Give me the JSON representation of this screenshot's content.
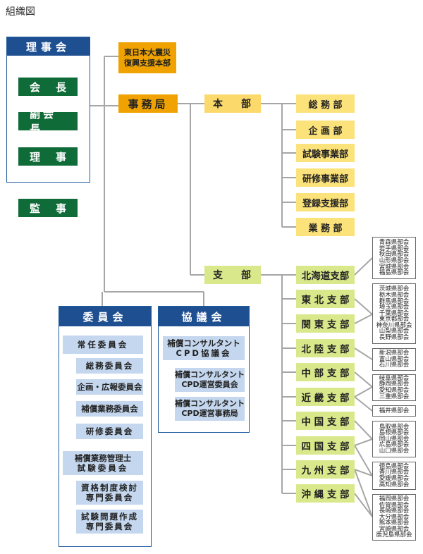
{
  "page_title": "組織図",
  "board": {
    "header": "理事会",
    "chair": [
      "会",
      "長"
    ],
    "vice_chair": "副会長",
    "director": [
      "理",
      "事"
    ]
  },
  "auditor": [
    "監",
    "事"
  ],
  "reconstruction": [
    "東日本大震災",
    "復興支援本部"
  ],
  "secretariat": "事務局",
  "honbu": [
    "本",
    "部"
  ],
  "shibu": [
    "支",
    "部"
  ],
  "departments": [
    "総 務 部",
    "企 画 部",
    "試験事業部",
    "研修事業部",
    "登録支援部",
    "業 務 部"
  ],
  "branches": [
    {
      "name": "北海道支部",
      "prefs": [
        "青森県部会",
        "岩手県部会",
        "秋田県部会",
        "山形県部会",
        "宮城県部会",
        "福島県部会"
      ]
    },
    {
      "name": "東 北 支 部",
      "prefs": [
        "茨城県部会",
        "栃木県部会",
        "群馬県部会",
        "埼玉県部会",
        "千葉県部会",
        "東京都部会",
        "神奈川県部会",
        "山梨県部会",
        "長野県部会"
      ]
    },
    {
      "name": "関 東 支 部",
      "prefs": [
        "新潟県部会",
        "富山県部会",
        "石川県部会"
      ]
    },
    {
      "name": "北 陸 支 部",
      "prefs": [
        "岐阜県部会",
        "静岡県部会",
        "愛知県部会",
        "三重県部会"
      ]
    },
    {
      "name": "中 部 支 部",
      "prefs": [
        "福井県部会"
      ]
    },
    {
      "name": "近 畿 支 部",
      "prefs": [
        "鳥取県部会",
        "島根県部会",
        "岡山県部会",
        "広島県部会",
        "山口県部会"
      ]
    },
    {
      "name": "中 国 支 部",
      "prefs": [
        "徳島県部会",
        "香川県部会",
        "愛媛県部会",
        "高知県部会"
      ]
    },
    {
      "name": "四 国 支 部",
      "prefs": [
        "福岡県部会",
        "佐賀県部会",
        "長崎県部会",
        "大分県部会",
        "熊本県部会",
        "宮崎県部会",
        "鹿児島県部会"
      ]
    },
    {
      "name": "九 州 支 部",
      "prefs": []
    },
    {
      "name": "沖 縄 支 部",
      "prefs": []
    }
  ],
  "committee": {
    "header": "委員会",
    "standing": "常任委員会",
    "standing_subs": [
      "総務委員会",
      "企画・広報委員会",
      "補償業務委員会",
      "研修委員会"
    ],
    "exam": [
      "補償業務管理士",
      "試験委員会"
    ],
    "exam_subs": [
      [
        "資格制度検討",
        "専門委員会"
      ],
      [
        "試験問題作成",
        "専門委員会"
      ]
    ]
  },
  "council": {
    "header": "協議会",
    "main": [
      "補償コンサルタント",
      "CPD協議会"
    ],
    "subs": [
      [
        "補償コンサルタント",
        "CPD運営委員会"
      ],
      [
        "補償コンサルタント",
        "CPD運営事務局"
      ]
    ]
  },
  "colors": {
    "board_blue": "#1d4f91",
    "board_green": "#0f6b37",
    "secretariat_orange": "#f0a300",
    "department_yellow": "#fce27a",
    "branch_green": "#d9e88a",
    "committee_lightblue": "#c4d7ee",
    "connector_gray": "#a6a6a6"
  }
}
